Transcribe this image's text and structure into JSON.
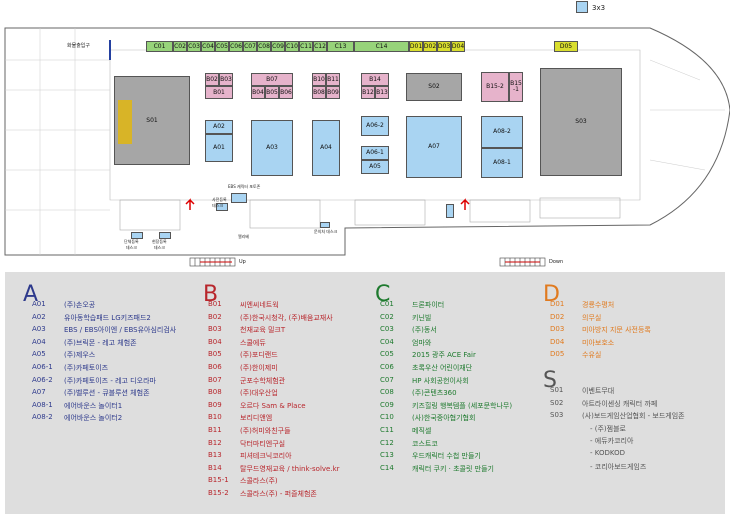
{
  "plan": {
    "legend_3x3": "3x3",
    "exit_label": "화물출입구",
    "up": "Up",
    "down": "Down",
    "front_row": [
      "C01",
      "C02",
      "C03",
      "C04",
      "C05",
      "C06",
      "C07",
      "C08",
      "C09",
      "C10",
      "C11",
      "C12",
      "C13",
      "C14",
      "D01",
      "D02",
      "D03",
      "D04",
      "D05"
    ],
    "pink": {
      "b02": "B02",
      "b03": "B03",
      "b01": "B01",
      "b07": "B07",
      "b04": "B04",
      "b05": "B05",
      "b06": "B06",
      "b10": "B10",
      "b11": "B11",
      "b08": "B08",
      "b09": "B09",
      "b14": "B14",
      "b12": "B12",
      "b13": "B13",
      "b152": "B15-2",
      "b151": "B15\n-1"
    },
    "blue": {
      "a02": "A02",
      "a01": "A01",
      "a03": "A03",
      "a04": "A04",
      "a062": "A06-2",
      "a061": "A06-1",
      "a05": "A05",
      "a07": "A07",
      "a082": "A08-2",
      "a081": "A08-1"
    },
    "gray": {
      "s01": "S01",
      "s02": "S02",
      "s03": "S03"
    },
    "small_labels": {
      "info": "EBS 캐릭터 포토존",
      "ticket": "사전등록\n데스크",
      "stair": "엘리베",
      "booth": "안내",
      "reg1": "단체등록\n데스크",
      "reg2": "현장등록\n데스크",
      "press": "문의처 데스크"
    }
  },
  "legend": {
    "A": {
      "letter": "A",
      "color": "#2e3a8c",
      "rows": [
        [
          "A01",
          "(주)손오공"
        ],
        [
          "A02",
          "유아동학습패드 LG키즈패드2"
        ],
        [
          "A03",
          "EBS / EBS아이엔 / EBS유아심리검사"
        ],
        [
          "A04",
          "(주)브릭몬 - 레고 체험존"
        ],
        [
          "A05",
          "(주)제우스"
        ],
        [
          "A06-1",
          "(주)카페토이즈"
        ],
        [
          "A06-2",
          "(주)카페토이즈 - 레고 디오라마"
        ],
        [
          "A07",
          "(주)벨루션 - 큐블루션 체험존"
        ],
        [
          "A08-1",
          "에어바운스 놀이터1"
        ],
        [
          "A08-2",
          "에어바운스 놀이터2"
        ]
      ]
    },
    "B": {
      "letter": "B",
      "color": "#b8262c",
      "rows": [
        [
          "B01",
          "씨엔씨네트웍"
        ],
        [
          "B02",
          "(주)한국시청각, (주)배움교재사"
        ],
        [
          "B03",
          "천재교육 밀크T"
        ],
        [
          "B04",
          "스쿨에듀"
        ],
        [
          "B05",
          "(주)포디랜드"
        ],
        [
          "B06",
          "(주)한이제미"
        ],
        [
          "B07",
          "군포수학체험관"
        ],
        [
          "B08",
          "(주)대우산업"
        ],
        [
          "B09",
          "오르다 Sam & Place"
        ],
        [
          "B10",
          "보리디앤엠"
        ],
        [
          "B11",
          "(주)허미와친구들"
        ],
        [
          "B12",
          "닥터마티엔구실"
        ],
        [
          "B13",
          "피셔테크닉코리아"
        ],
        [
          "B14",
          "탈무드영재교육 / think-solve.kr"
        ],
        [
          "B15-1",
          "스콜라스(주)"
        ],
        [
          "B15-2",
          "스콜라스(주) - 퍼즐체험존"
        ]
      ]
    },
    "C": {
      "letter": "C",
      "color": "#1e7a2e",
      "rows": [
        [
          "C01",
          "드론파이터"
        ],
        [
          "C02",
          "키닌빌"
        ],
        [
          "C03",
          "(주)동서"
        ],
        [
          "C04",
          "엄마와"
        ],
        [
          "C05",
          "2015 광주 ACE Fair"
        ],
        [
          "C06",
          "초록우산 어린이재단"
        ],
        [
          "C07",
          "HP 사회공헌이사회"
        ],
        [
          "C08",
          "(주)콘텐츠360"
        ],
        [
          "C09",
          "키즈힐링 행복템플 (세포문학나무)"
        ],
        [
          "C10",
          "(사)한국중아협기협회"
        ],
        [
          "C11",
          "메직셀"
        ],
        [
          "C12",
          "코스트코"
        ],
        [
          "C13",
          "우드캐릭터 수첩 만들기"
        ],
        [
          "C14",
          "캐릭터 쿠키 · 초콜릿 만들기"
        ]
      ]
    },
    "D": {
      "letter": "D",
      "color": "#e07a1f",
      "rows": [
        [
          "D01",
          "경룡수평처"
        ],
        [
          "D02",
          "의무실"
        ],
        [
          "D03",
          "미아방지 지문 사전등록"
        ],
        [
          "D04",
          "미아보호소"
        ],
        [
          "D05",
          "수유실"
        ]
      ]
    },
    "S": {
      "letter": "S",
      "color": "#555555",
      "rows": [
        [
          "S01",
          "이벤트무대"
        ],
        [
          "S02",
          "아트라이센싱 캐릭터 까페"
        ],
        [
          "S03",
          "(사)보드게임산업협회 - 보드게임존"
        ],
        [
          "",
          "- (주)젬블로"
        ],
        [
          "",
          "- 에듀카코리아"
        ],
        [
          "",
          "- KODKOD"
        ],
        [
          "",
          "- 코리아보드게임즈"
        ]
      ]
    }
  }
}
